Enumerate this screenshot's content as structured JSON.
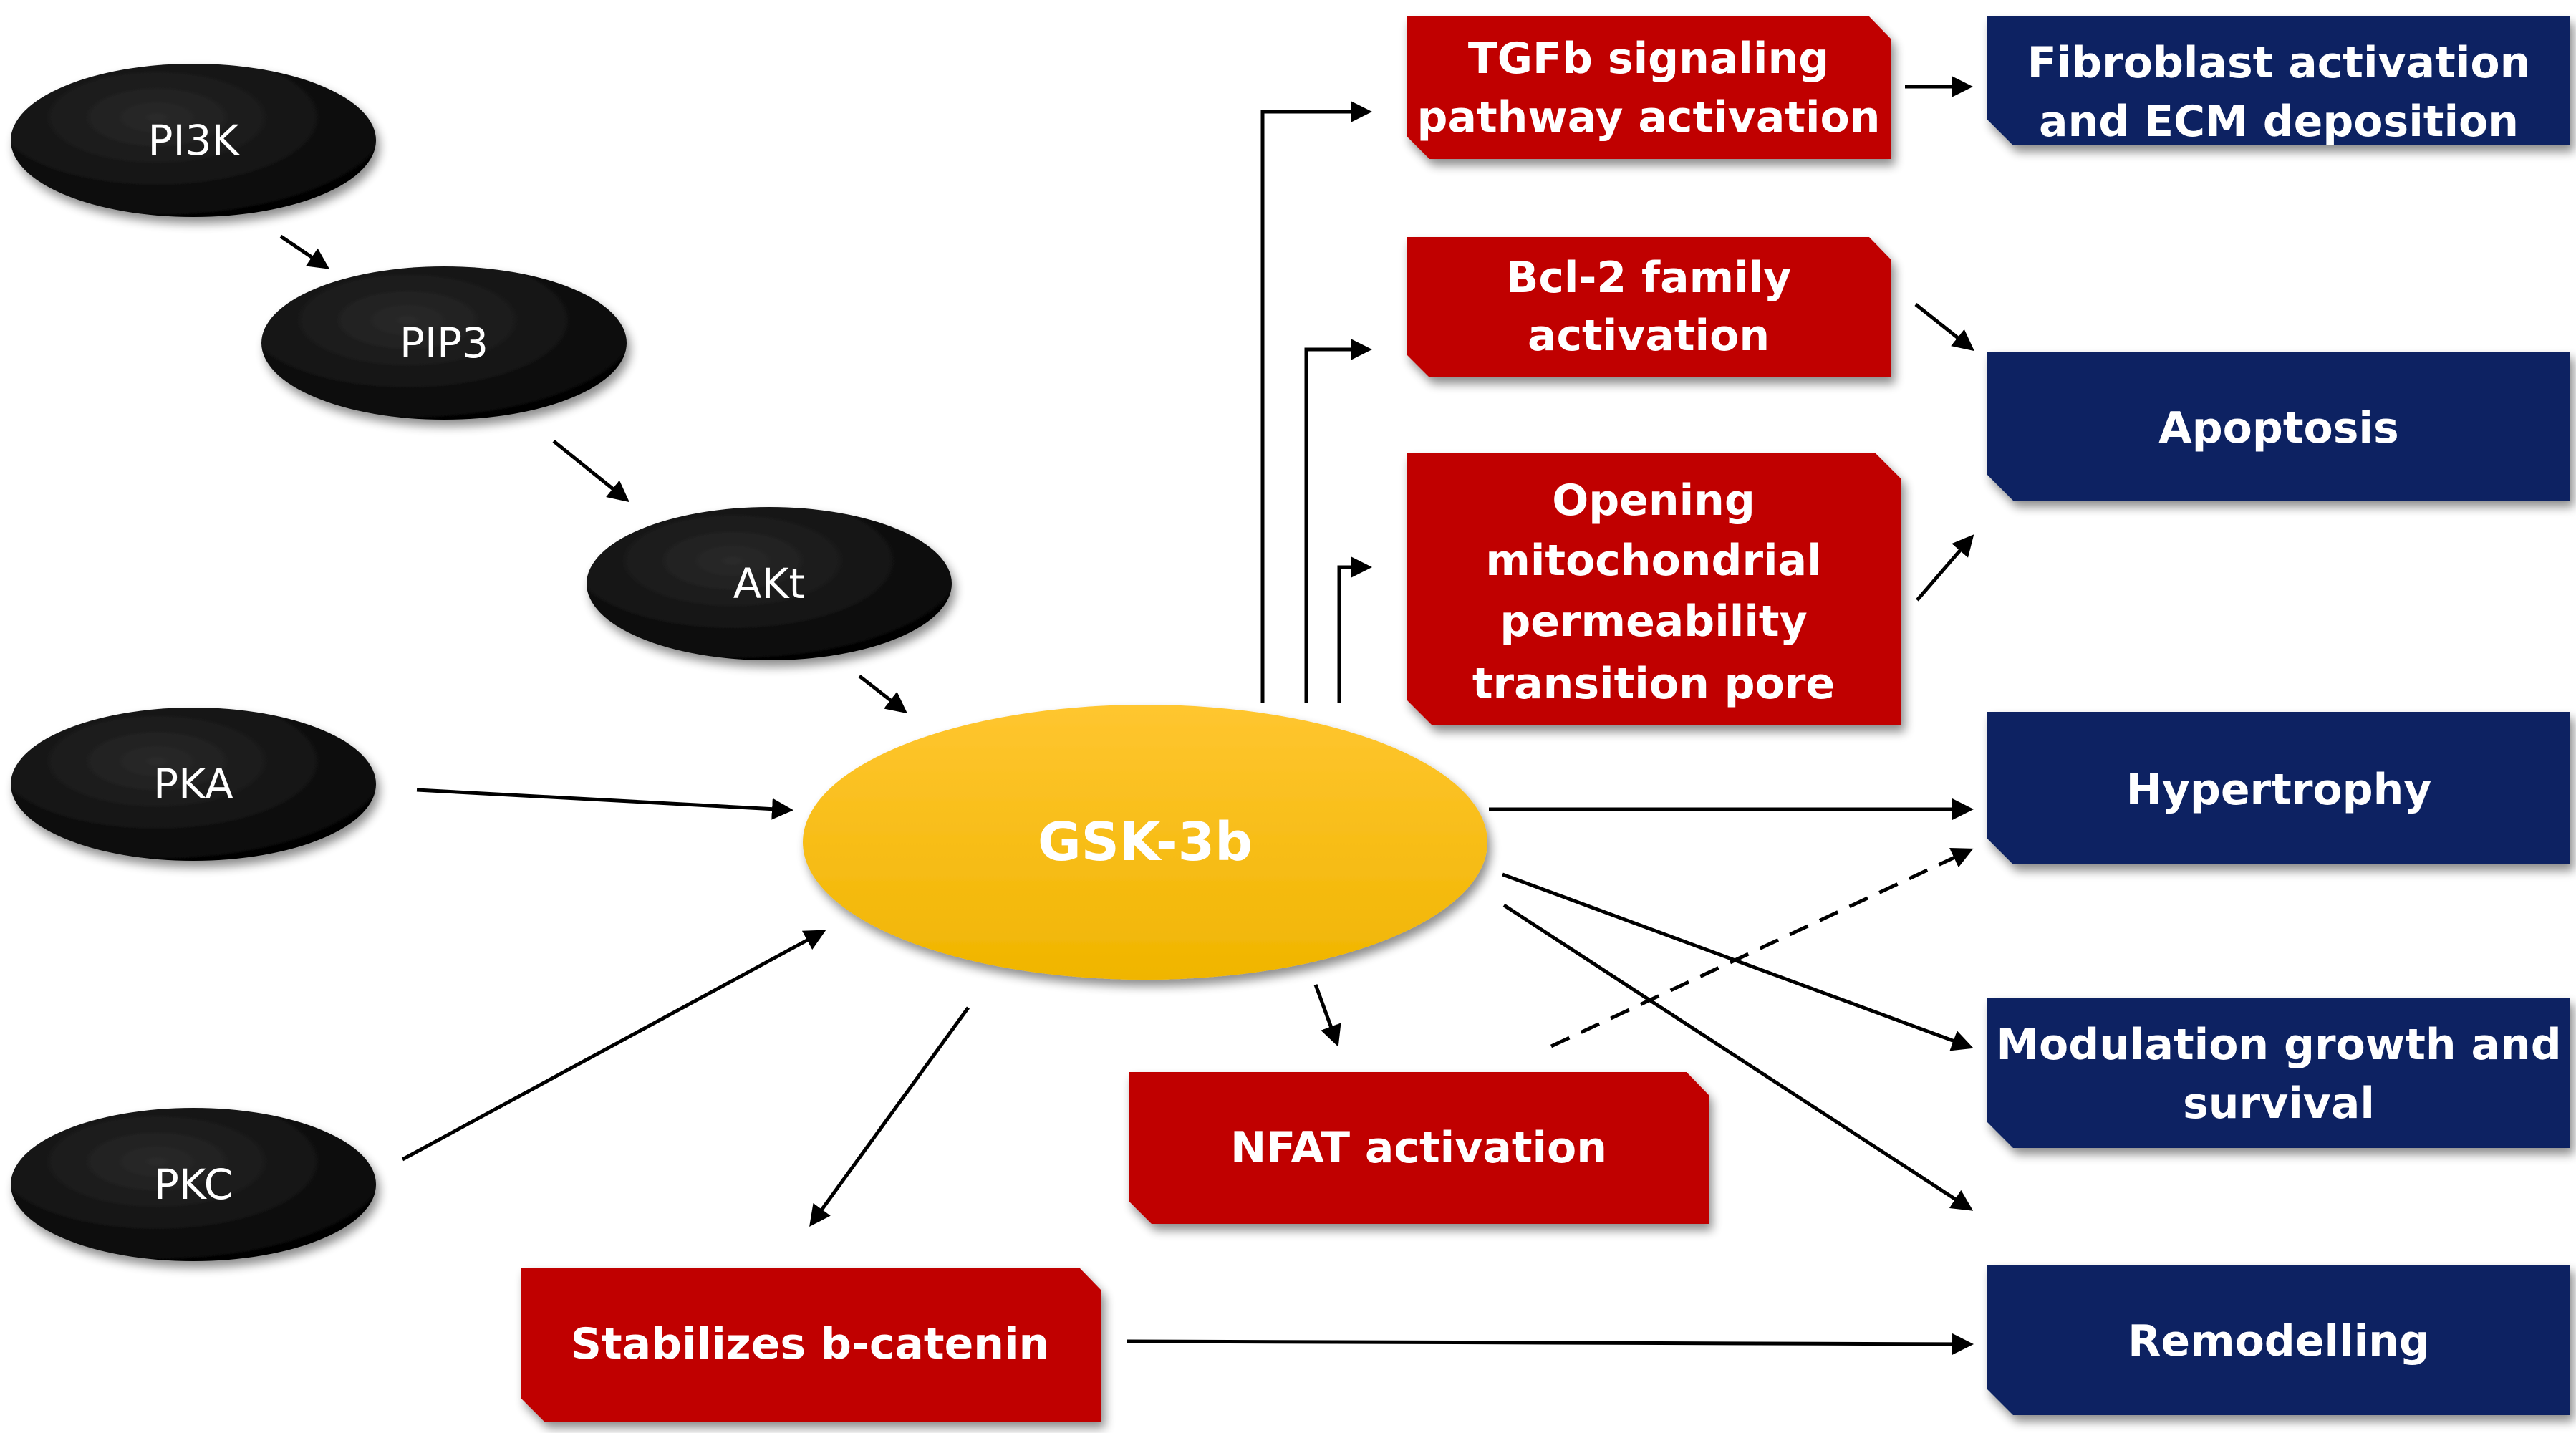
{
  "colors": {
    "kinase_fill": "#000000",
    "center_fill_top": "#ffc630",
    "center_fill_bottom": "#f2b800",
    "mechanism_fill": "#c00000",
    "outcome_fill": "#0b2362",
    "arrow": "#000000",
    "text": "#ffffff"
  },
  "nodes": {
    "pi3k": "PI3K",
    "pip3": "PIP3",
    "akt": "AKt",
    "pka": "PKA",
    "pkc": "PKC",
    "gsk3b": "GSK-3b",
    "tgfb": [
      "TGFb signaling",
      "pathway activation"
    ],
    "bcl2": [
      "Bcl-2 family",
      "activation"
    ],
    "mptp": [
      "Opening",
      "mitochondrial",
      "permeability",
      "transition pore"
    ],
    "nfat": "NFAT activation",
    "bcatenin": "Stabilizes b-catenin",
    "fibroblast": [
      "Fibroblast activation",
      "and ECM deposition"
    ],
    "apoptosis": "Apoptosis",
    "hypertrophy": "Hypertrophy",
    "modulation": [
      "Modulation growth and",
      "survival"
    ],
    "remodelling": "Remodelling"
  }
}
